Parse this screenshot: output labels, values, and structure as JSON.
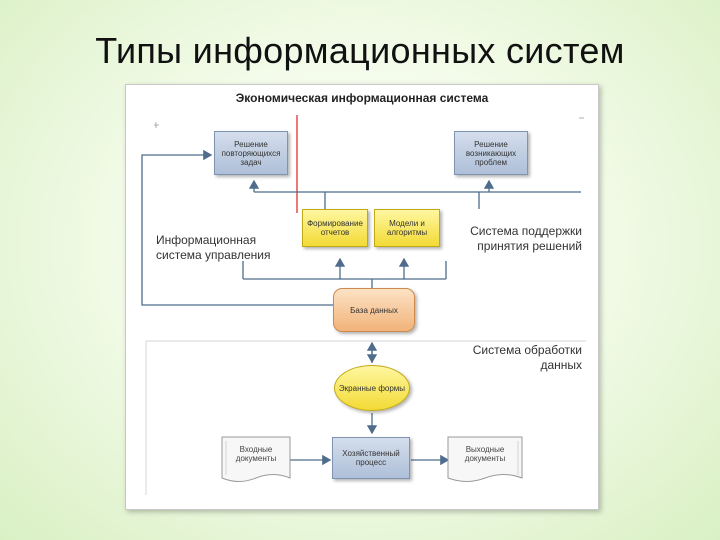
{
  "slide_title": "Типы информационных систем",
  "panel_title": "Экономическая информационная система",
  "labels": {
    "ius": "Информационная система управления",
    "sppr": "Система поддержки принятия решений",
    "sod": "Система обработки данных"
  },
  "boxes": {
    "recurring": "Решение повторяющихся задач",
    "emerging": "Решение возникающих проблем",
    "reports": "Формирование отчетов",
    "models": "Модели и алгоритмы",
    "database": "База данных",
    "screen_forms": "Экранные формы",
    "input_docs": "Входные документы",
    "process": "Хозяйственный процесс",
    "output_docs": "Выходные документы"
  },
  "colors": {
    "process_box": "#aebfd8",
    "model_box": "#f2da35",
    "database": "#f1b37a",
    "connector": "#4f6c8c",
    "divider": "#e02020"
  }
}
